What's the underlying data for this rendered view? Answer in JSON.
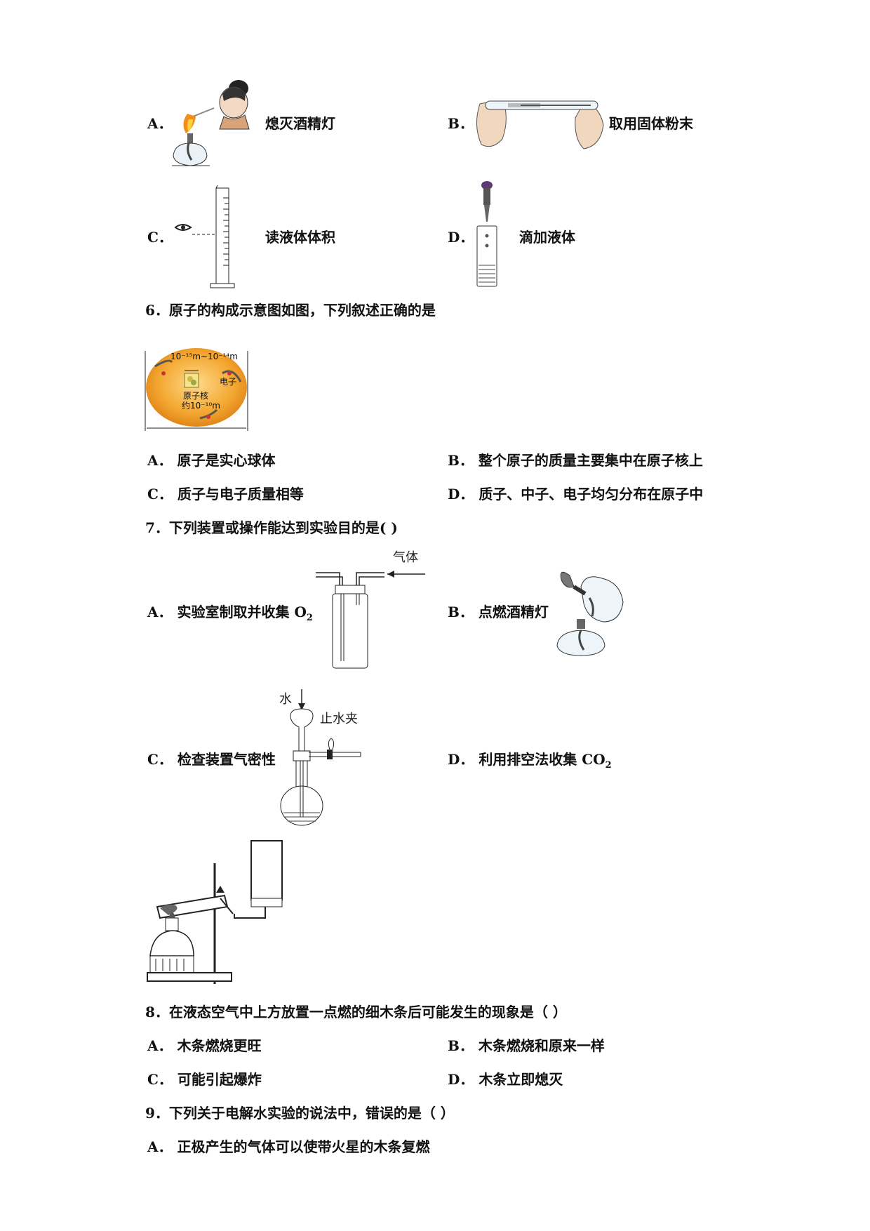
{
  "q5_options": {
    "A": {
      "letter": "A．",
      "text": "熄灭酒精灯"
    },
    "B": {
      "letter": "B．",
      "text": "取用固体粉末"
    },
    "C": {
      "letter": "C．",
      "text": "读液体体积"
    },
    "D": {
      "letter": "D．",
      "text": "滴加液体"
    }
  },
  "q6": {
    "stem": "6．原子的构成示意图如图，下列叙述正确的是",
    "figure": {
      "nucleus_size": "10⁻¹⁵m~10⁻¹⁴m",
      "electron_label": "电子",
      "nucleus_label": "原子核",
      "atom_size": "约10⁻¹⁰m"
    },
    "options": {
      "A": {
        "letter": "A．",
        "text": "原子是实心球体"
      },
      "B": {
        "letter": "B．",
        "text": "整个原子的质量主要集中在原子核上"
      },
      "C": {
        "letter": "C．",
        "text": "质子与电子质量相等"
      },
      "D": {
        "letter": "D．",
        "text": "质子、中子、电子均匀分布在原子中"
      }
    }
  },
  "q7": {
    "stem": "7．下列装置或操作能达到实验目的是(    )",
    "figure_labels": {
      "gas": "气体",
      "water": "水",
      "clamp": "止水夹"
    },
    "options": {
      "A": {
        "letter": "A．",
        "text": "实验室制取并收集 O",
        "sub": "2"
      },
      "B": {
        "letter": "B．",
        "text": "点燃酒精灯"
      },
      "C": {
        "letter": "C．",
        "text": "检查装置气密性"
      },
      "D": {
        "letter": "D．",
        "text": "利用排空法收集 CO",
        "sub": "2"
      }
    }
  },
  "q8": {
    "stem": "8．在液态空气中上方放置一点燃的细木条后可能发生的现象是（        ）",
    "options": {
      "A": {
        "letter": "A．",
        "text": "木条燃烧更旺"
      },
      "B": {
        "letter": "B．",
        "text": "木条燃烧和原来一样"
      },
      "C": {
        "letter": "C．",
        "text": "可能引起爆炸"
      },
      "D": {
        "letter": "D．",
        "text": "木条立即熄灭"
      }
    }
  },
  "q9": {
    "stem": "9．下列关于电解水实验的说法中，错误的是（        ）",
    "options": {
      "A": {
        "letter": "A．",
        "text": "正极产生的气体可以使带火星的木条复燃"
      }
    }
  }
}
